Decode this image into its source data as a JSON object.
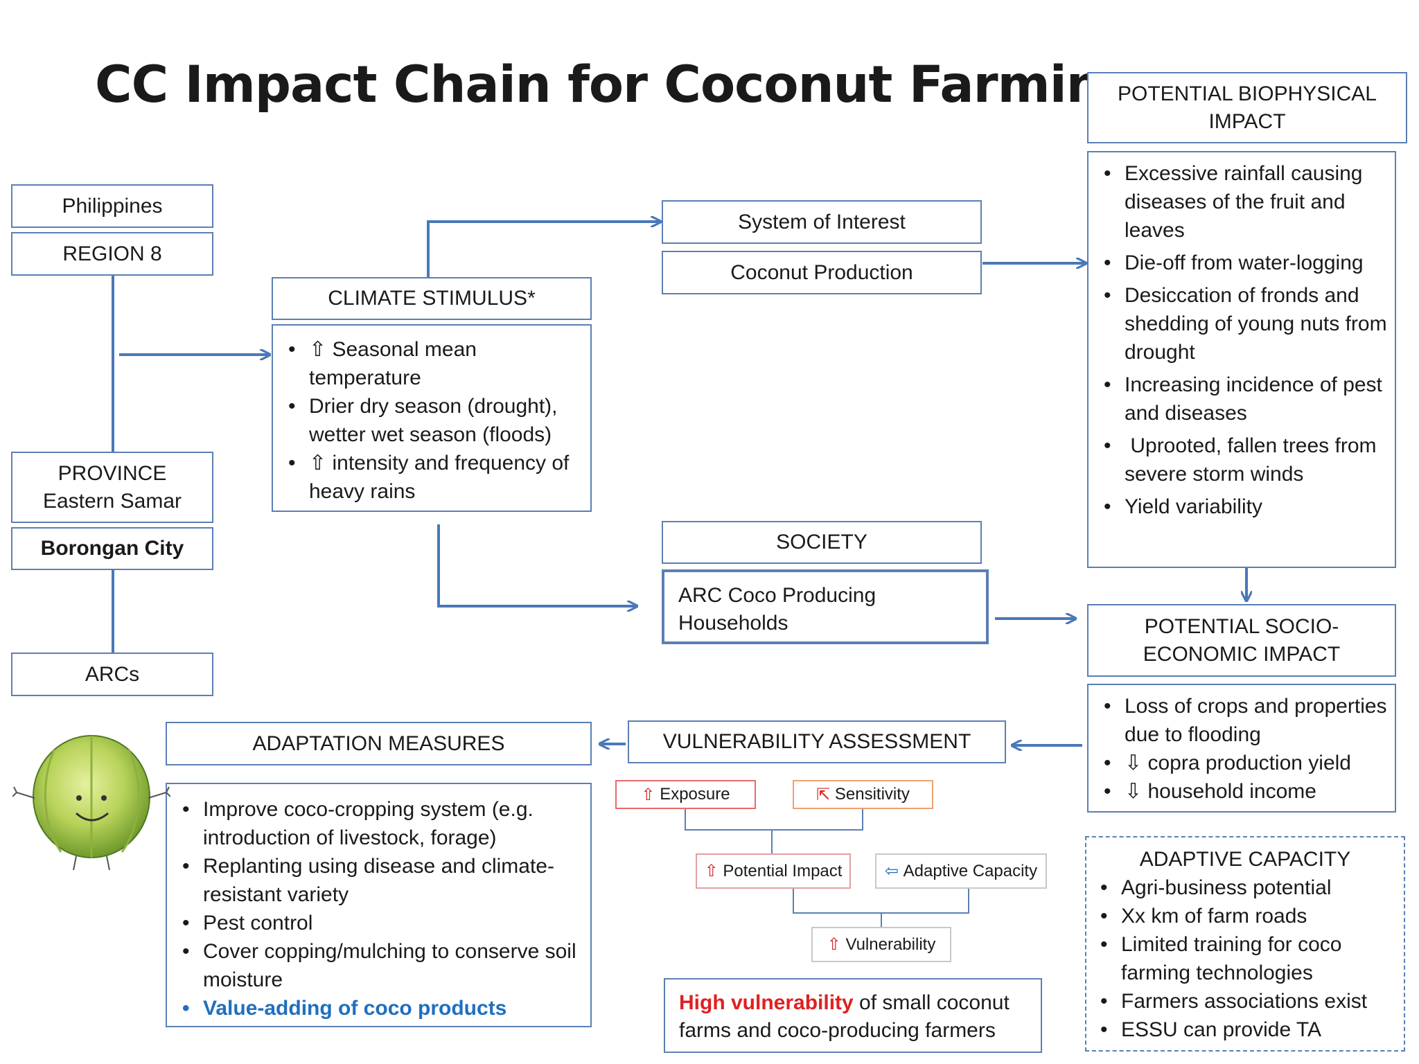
{
  "title": "CC Impact Chain for Coconut Farming",
  "location": {
    "country": "Philippines",
    "region": "REGION 8",
    "province_label": "PROVINCE",
    "province_name": "Eastern Samar",
    "city": "Borongan City",
    "arcs": "ARCs"
  },
  "climate_stimulus": {
    "heading": "CLIMATE STIMULUS*",
    "items": [
      "⇧ Seasonal mean temperature",
      "Drier dry season (drought), wetter wet season (floods)",
      "⇧ intensity and frequency of heavy rains"
    ]
  },
  "system_of_interest": {
    "heading": "System of Interest",
    "value": "Coconut Production"
  },
  "society": {
    "heading": "SOCIETY",
    "value": "ARC Coco Producing Households"
  },
  "biophysical": {
    "heading": "POTENTIAL BIOPHYSICAL IMPACT",
    "items": [
      "Excessive rainfall causing diseases of the fruit and leaves",
      "Die-off from water-logging",
      "Desiccation of fronds and shedding of young nuts from drought",
      "Increasing incidence of pest and diseases",
      " Uprooted, fallen trees from severe storm winds",
      "Yield variability"
    ]
  },
  "socio_economic": {
    "heading": "POTENTIAL SOCIO-ECONOMIC IMPACT",
    "items": [
      "Loss of crops and properties due to flooding",
      "⇩ copra production yield",
      "⇩ household income"
    ]
  },
  "vulnerability_assessment": {
    "heading": "VULNERABILITY ASSESSMENT",
    "exposure": "Exposure",
    "sensitivity": "Sensitivity",
    "potential_impact": "Potential Impact",
    "adaptive_capacity": "Adaptive Capacity",
    "vulnerability": "Vulnerability",
    "up_arrow": "⇧",
    "diag_arrow": "⇱",
    "left_arrow": "⇦"
  },
  "conclusion": {
    "highlight": "High vulnerability",
    "rest": " of small coconut farms and coco-producing farmers"
  },
  "adaptation": {
    "heading": "ADAPTATION MEASURES",
    "items": [
      "Improve coco-cropping system (e.g. introduction of livestock, forage)",
      "Replanting using disease and climate-resistant variety",
      "Pest control",
      "Cover copping/mulching to conserve soil moisture"
    ],
    "highlight_item": "Value-adding of coco products"
  },
  "adaptive_capacity": {
    "heading": "ADAPTIVE CAPACITY",
    "items": [
      "Agri-business potential",
      "Xx km of farm roads",
      "Limited training for coco farming technologies",
      "Farmers associations exist",
      "ESSU can provide TA"
    ]
  },
  "colors": {
    "border": "#5b7fb4",
    "arrow": "#4a78b8",
    "highlight_red": "#e02020",
    "highlight_blue": "#1f6fc0",
    "coconut_green": "#a8c84a"
  }
}
